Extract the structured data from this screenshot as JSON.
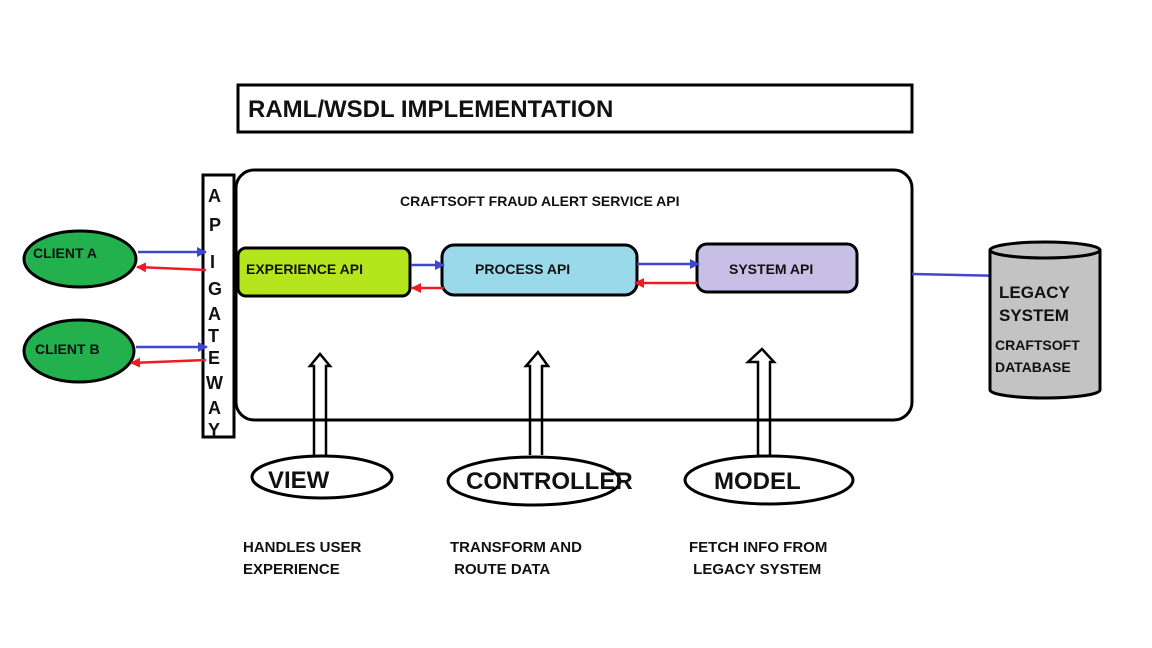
{
  "title": "RAML/WSDL  IMPLEMENTATION",
  "service_label": "CRAFTSOFT FRAUD ALERT SERVICE API",
  "gateway": [
    "A",
    "P",
    "I",
    "G",
    "A",
    "T",
    "E",
    "W",
    "A",
    "Y"
  ],
  "clients": {
    "a": "CLIENT A",
    "b": "CLIENT B"
  },
  "apis": {
    "experience": "EXPERIENCE API",
    "process": "PROCESS API",
    "system": "SYSTEM  API"
  },
  "legacy": {
    "line1": "LEGACY",
    "line2": "SYSTEM",
    "line3": "CRAFTSOFT",
    "line4": "DATABASE"
  },
  "mvc": {
    "view": "VIEW",
    "controller": "CONTROLLER",
    "model": "MODEL"
  },
  "descriptions": {
    "view": [
      "HANDLES USER",
      "EXPERIENCE"
    ],
    "controller": [
      "TRANSFORM AND",
      " ROUTE DATA"
    ],
    "model": [
      "FETCH INFO FROM",
      " LEGACY SYSTEM"
    ]
  },
  "colors": {
    "client": "#22b14c",
    "experience": "#b5e61d",
    "process": "#99d9ea",
    "system": "#c8bfe7",
    "database": "#c3c3c3",
    "arrow_blue": "#3f48cc",
    "arrow_red": "#ed1c24"
  }
}
